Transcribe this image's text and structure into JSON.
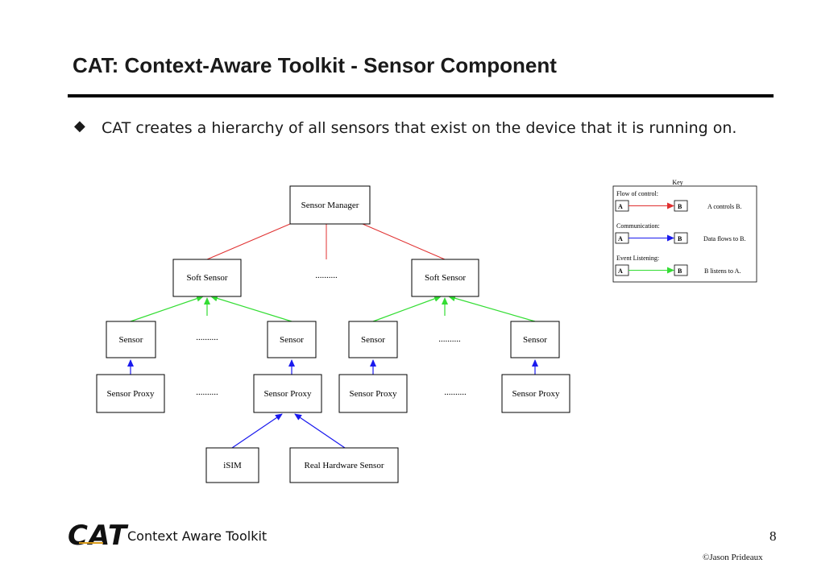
{
  "slide": {
    "title": "CAT: Context-Aware Toolkit  -  Sensor Component",
    "bullet": "CAT creates a hierarchy of all sensors that exist on the device that it is running on."
  },
  "diagram": {
    "sensor_manager": "Sensor Manager",
    "soft_sensor": "Soft Sensor",
    "sensor": "Sensor",
    "sensor_proxy": "Sensor Proxy",
    "isim": "iSIM",
    "real_hardware_sensor": "Real Hardware Sensor",
    "ellipsis": "..........",
    "colors": {
      "control": "#e03030",
      "data": "#1a1aee",
      "listen": "#33dd33"
    }
  },
  "key": {
    "title": "Key",
    "flow_of_control": "Flow of control:",
    "communication": "Communication:",
    "event_listening": "Event Listening:",
    "a": "A",
    "b": "B",
    "control_desc": "A controls B.",
    "data_desc": "Data flows to B.",
    "listen_desc": "B listens to A."
  },
  "footer": {
    "logo": "CAT",
    "toolkit_name": "Context Aware Toolkit",
    "page_number": "8",
    "copyright": "©Jason Prideaux"
  }
}
